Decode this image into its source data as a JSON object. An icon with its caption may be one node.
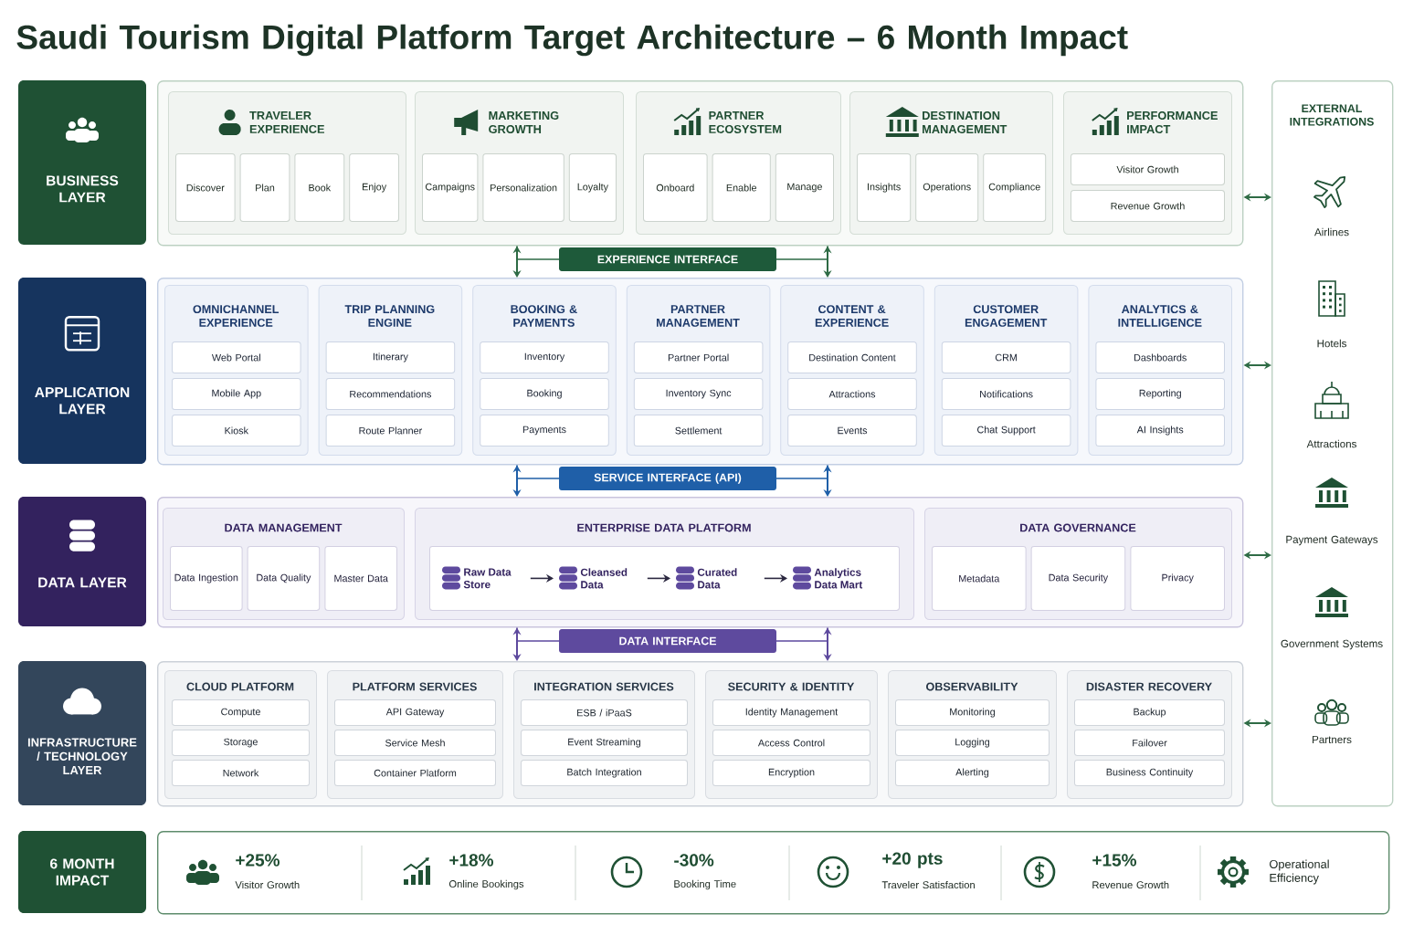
{
  "diagram": {
    "title": "Saudi Tourism Digital Platform Target Architecture – 6 Month Impact",
    "nodes": [
      {
        "text": [
          "BUSINESS LAYER"
        ]
      },
      {
        "text": [],
        "shape": "box"
      },
      {
        "text": [
          "TRAVELER EXPERIENCE"
        ],
        "in": 1
      },
      {
        "text": [
          "Discover"
        ],
        "in": 2
      },
      {
        "text": [
          "Plan"
        ],
        "in": 2
      },
      {
        "text": [
          "Book"
        ],
        "in": 2
      },
      {
        "text": [
          "Enjoy"
        ],
        "in": 2
      },
      {
        "text": [
          "MARKETING GROWTH"
        ],
        "in": 1
      },
      {
        "text": [
          "Campaigns"
        ],
        "in": 7
      },
      {
        "text": [
          "Personalization"
        ],
        "in": 7
      },
      {
        "text": [
          "Loyalty"
        ],
        "in": 7
      },
      {
        "text": [
          "PARTNER ECOSYSTEM"
        ],
        "in": 1
      },
      {
        "text": [
          "Onboard"
        ],
        "in": 11
      },
      {
        "text": [
          "Enable"
        ],
        "in": 11
      },
      {
        "text": [
          "Manage"
        ],
        "in": 11
      },
      {
        "text": [
          "DESTINATION MANAGEMENT"
        ],
        "in": 1
      },
      {
        "text": [
          "Insights"
        ],
        "in": 15
      },
      {
        "text": [
          "Operations"
        ],
        "in": 15
      },
      {
        "text": [
          "Compliance"
        ],
        "in": 15
      },
      {
        "text": [
          "PERFORMANCE IMPACT"
        ],
        "in": 1
      },
      {
        "text": [
          "Visitor Growth"
        ],
        "in": 19
      },
      {
        "text": [
          "Revenue Growth"
        ],
        "in": 19
      },
      {
        "text": [
          "EXPERIENCE INTERFACE"
        ]
      },
      {
        "text": [
          "APPLICATION LAYER"
        ]
      },
      {
        "text": [],
        "shape": "box"
      },
      {
        "text": [
          "OMNICHANNEL EXPERIENCE"
        ],
        "in": 24
      },
      {
        "text": [
          "Web Portal"
        ],
        "in": 25
      },
      {
        "text": [
          "Mobile App"
        ],
        "in": 25
      },
      {
        "text": [
          "Kiosk"
        ],
        "in": 25
      },
      {
        "text": [
          "TRIP PLANNING ENGINE"
        ],
        "in": 24
      },
      {
        "text": [
          "Itinerary"
        ],
        "in": 29
      },
      {
        "text": [
          "Recommendations"
        ],
        "in": 29
      },
      {
        "text": [
          "Route Planner"
        ],
        "in": 29
      },
      {
        "text": [
          "BOOKING & PAYMENTS"
        ],
        "in": 24
      },
      {
        "text": [
          "Inventory"
        ],
        "in": 33
      },
      {
        "text": [
          "Booking"
        ],
        "in": 33
      },
      {
        "text": [
          "Payments"
        ],
        "in": 33
      },
      {
        "text": [
          "PARTNER MANAGEMENT"
        ],
        "in": 24
      },
      {
        "text": [
          "Partner Portal"
        ],
        "in": 37
      },
      {
        "text": [
          "Inventory Sync"
        ],
        "in": 37
      },
      {
        "text": [
          "Settlement"
        ],
        "in": 37
      },
      {
        "text": [
          "CONTENT & EXPERIENCE"
        ],
        "in": 24
      },
      {
        "text": [
          "Destination Content"
        ],
        "in": 41
      },
      {
        "text": [
          "Attractions"
        ],
        "in": 41
      },
      {
        "text": [
          "Events"
        ],
        "in": 41
      },
      {
        "text": [
          "CUSTOMER ENGAGEMENT"
        ],
        "in": 24
      },
      {
        "text": [
          "CRM"
        ],
        "in": 45
      },
      {
        "text": [
          "Notifications"
        ],
        "in": 45
      },
      {
        "text": [
          "Chat Support"
        ],
        "in": 45
      },
      {
        "text": [
          "ANALYTICS & INTELLIGENCE"
        ],
        "in": 24
      },
      {
        "text": [
          "Dashboards"
        ],
        "in": 49
      },
      {
        "text": [
          "Reporting"
        ],
        "in": 49
      },
      {
        "text": [
          "AI Insights"
        ],
        "in": 49
      },
      {
        "text": [
          "SERVICE INTERFACE (API)"
        ]
      },
      {
        "text": [
          "DATA LAYER"
        ]
      },
      {
        "text": [],
        "shape": "box"
      },
      {
        "text": [
          "DATA MANAGEMENT"
        ],
        "in": 55
      },
      {
        "text": [
          "Data Ingestion"
        ],
        "in": 56
      },
      {
        "text": [
          "Data Quality"
        ],
        "in": 56
      },
      {
        "text": [
          "Master Data"
        ],
        "in": 56
      },
      {
        "text": [
          "ENTERPRISE DATA PLATFORM"
        ],
        "in": 55
      },
      {
        "text": [],
        "shape": "box",
        "in": 60
      },
      {
        "text": [
          "Raw Data Store"
        ],
        "in": 61
      },
      {
        "text": [
          "Cleansed Data"
        ],
        "in": 61
      },
      {
        "text": [
          "Curated Data"
        ],
        "in": 61
      },
      {
        "text": [
          "Analytics Data Mart"
        ],
        "in": 61
      },
      {
        "text": [
          "DATA GOVERNANCE"
        ],
        "in": 55
      },
      {
        "text": [
          "Metadata"
        ],
        "in": 66
      },
      {
        "text": [
          "Data Security"
        ],
        "in": 66
      },
      {
        "text": [
          "Privacy"
        ],
        "in": 66
      },
      {
        "text": [
          "DATA INTERFACE"
        ]
      },
      {
        "text": [
          "INFRASTRUCTURE / TECHNOLOGY LAYER"
        ]
      },
      {
        "text": [],
        "shape": "box"
      },
      {
        "text": [
          "CLOUD PLATFORM"
        ],
        "in": 72
      },
      {
        "text": [
          "Compute"
        ],
        "in": 73
      },
      {
        "text": [
          "Storage"
        ],
        "in": 73
      },
      {
        "text": [
          "Network"
        ],
        "in": 73
      },
      {
        "text": [
          "PLATFORM SERVICES"
        ],
        "in": 72
      },
      {
        "text": [
          "API Gateway"
        ],
        "in": 77
      },
      {
        "text": [
          "Service Mesh"
        ],
        "in": 77
      },
      {
        "text": [
          "Container Platform"
        ],
        "in": 77
      },
      {
        "text": [
          "INTEGRATION SERVICES"
        ],
        "in": 72
      },
      {
        "text": [
          "ESB / iPaaS"
        ],
        "in": 81
      },
      {
        "text": [
          "Event Streaming"
        ],
        "in": 81
      },
      {
        "text": [
          "Batch Integration"
        ],
        "in": 81
      },
      {
        "text": [
          "SECURITY & IDENTITY"
        ],
        "in": 72
      },
      {
        "text": [
          "Identity Management"
        ],
        "in": 85
      },
      {
        "text": [
          "Access Control"
        ],
        "in": 85
      },
      {
        "text": [
          "Encryption"
        ],
        "in": 85
      },
      {
        "text": [
          "OBSERVABILITY"
        ],
        "in": 72
      },
      {
        "text": [
          "Monitoring"
        ],
        "in": 89
      },
      {
        "text": [
          "Logging"
        ],
        "in": 89
      },
      {
        "text": [
          "Alerting"
        ],
        "in": 89
      },
      {
        "text": [
          "DISASTER RECOVERY"
        ],
        "in": 72
      },
      {
        "text": [
          "Backup"
        ],
        "in": 93
      },
      {
        "text": [
          "Failover"
        ],
        "in": 93
      },
      {
        "text": [
          "Business Continuity"
        ],
        "in": 93
      },
      {
        "text": [
          "EXTERNAL INTEGRATIONS",
          "Airlines",
          "Hotels",
          "Attractions",
          "Payment Gateways",
          "Government Systems",
          "Partners"
        ]
      },
      {
        "text": [
          "6 MONTH IMPACT"
        ]
      },
      {
        "text": [
          "+25%",
          "Visitor Growth",
          "+18%",
          "Online Bookings",
          "-30%",
          "Booking Time",
          "+20 pts",
          "Traveler Satisfaction",
          "+15%",
          "Revenue Growth",
          "Operational Efficiency"
        ]
      }
    ],
    "edges": [
      {
        "from": 1,
        "to": 24,
        "arrow": "both"
      },
      {
        "from": 1,
        "to": 24,
        "arrow": "both"
      },
      {
        "from": 24,
        "to": 55,
        "arrow": "both",
        "color": "#1f5fa8"
      },
      {
        "from": 24,
        "to": 55,
        "arrow": "both",
        "color": "#1f5fa8"
      },
      {
        "from": 55,
        "to": 72,
        "arrow": "both",
        "color": "#5e4a9e"
      },
      {
        "from": 55,
        "to": 72,
        "arrow": "both",
        "color": "#5e4a9e"
      },
      {
        "from": 1,
        "to": 97,
        "arrow": "both"
      },
      {
        "from": 24,
        "to": 97,
        "arrow": "both"
      },
      {
        "from": 55,
        "to": 97,
        "arrow": "both"
      },
      {
        "from": 72,
        "to": 97,
        "arrow": "both"
      },
      {
        "from": 62,
        "to": 63,
        "arrow": "to",
        "color": "#2b2840"
      },
      {
        "from": 63,
        "to": 64,
        "arrow": "to",
        "color": "#2b2840"
      },
      {
        "from": 64,
        "to": 65,
        "arrow": "to",
        "color": "#2b2840"
      },
      {
        "from": 22,
        "to": 1,
        "arrow": "none"
      },
      {
        "from": 22,
        "to": 1,
        "arrow": "none"
      },
      {
        "from": 53,
        "to": 24,
        "arrow": "none",
        "color": "#1f5fa8"
      },
      {
        "from": 53,
        "to": 24,
        "arrow": "none",
        "color": "#1f5fa8"
      },
      {
        "from": 70,
        "to": 55,
        "arrow": "none",
        "color": "#5e4a9e"
      },
      {
        "from": 70,
        "to": 55,
        "arrow": "none",
        "color": "#5e4a9e"
      }
    ]
  }
}
